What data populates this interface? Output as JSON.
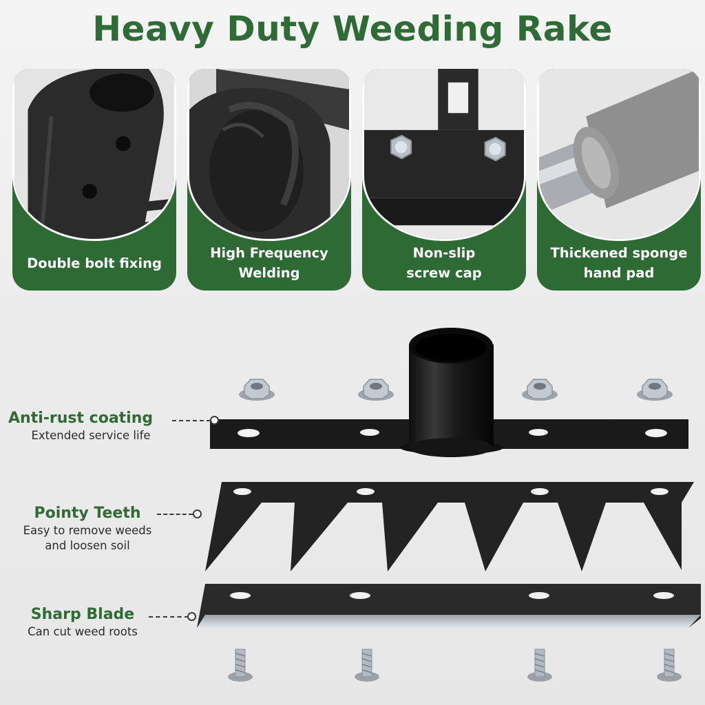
{
  "title": "Heavy Duty Weeding Rake",
  "brand_color": "#2f6b34",
  "cards": [
    {
      "label": "Double bolt fixing",
      "icon": "bolt-holes-closeup"
    },
    {
      "label": "High Frequency\nWelding",
      "icon": "weld-closeup"
    },
    {
      "label": "Non-slip\nscrew cap",
      "icon": "screw-cap-closeup"
    },
    {
      "label": "Thickened sponge\nhand pad",
      "icon": "sponge-handle-closeup"
    }
  ],
  "features": [
    {
      "name": "Anti-rust coating",
      "description": "Extended service life"
    },
    {
      "name": "Pointy Teeth",
      "description": "Easy to remove weeds\nand loosen soil"
    },
    {
      "name": "Sharp Blade",
      "description": "Can cut weed roots"
    }
  ]
}
